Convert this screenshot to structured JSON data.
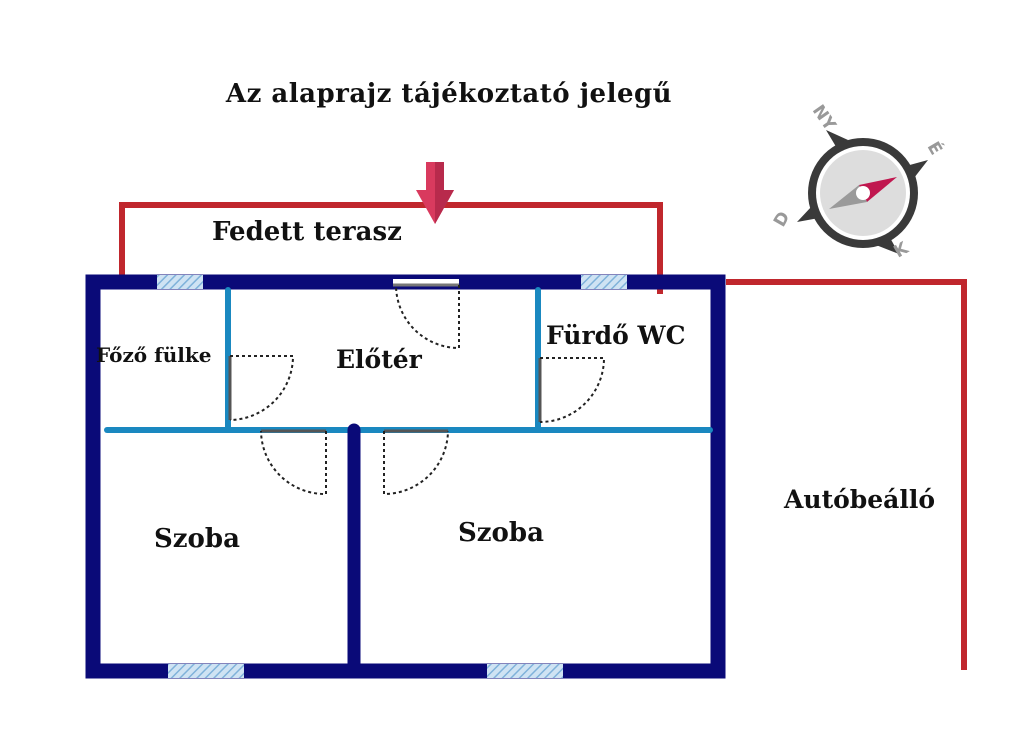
{
  "title": "Az alaprajz tájékoztató jelegű",
  "labels": {
    "terrace": "Fedett terasz",
    "kitchenette": "Főző fülke",
    "hallway": "Előtér",
    "bathroom": "Fürdő WC",
    "room_left": "Szoba",
    "room_right": "Szoba",
    "carport": "Autóbeálló"
  },
  "compass": {
    "north_west": "NY",
    "north_east": "É",
    "south_east": "K",
    "south_west": "D"
  },
  "colors": {
    "outer_wall": "#0a0a78",
    "inner_wall": "#1a88c0",
    "terrace_line": "#c0272d",
    "entry_arrow": "#d93a5e",
    "window": "#9ec7e6",
    "compass_ring": "#3a3a3a",
    "compass_needle_north": "#c0174f",
    "compass_needle_south": "#9a9a9a"
  }
}
